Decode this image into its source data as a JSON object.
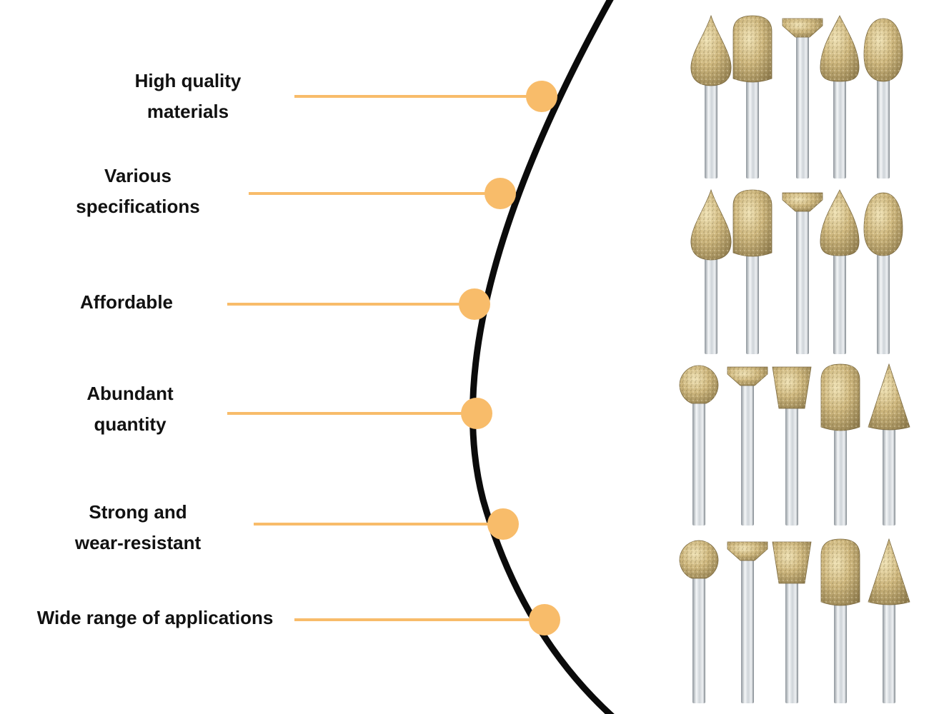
{
  "colors": {
    "accent": "#F8BC6A",
    "arc": "#0B0B0B",
    "text": "#111111",
    "abrasive": "#C9B47E",
    "shank": "#D9DDE1"
  },
  "features": [
    {
      "lines": [
        "High quality",
        "materials"
      ]
    },
    {
      "lines": [
        "Various",
        "specifications"
      ]
    },
    {
      "lines": [
        "Affordable"
      ]
    },
    {
      "lines": [
        "Abundant",
        "quantity"
      ]
    },
    {
      "lines": [
        "Strong and",
        "wear-resistant"
      ]
    },
    {
      "lines": [
        "Wide range of applications"
      ]
    }
  ],
  "product_image": {
    "rows": [
      [
        "teardrop",
        "cylinder",
        "inverted-cone",
        "flame",
        "egg"
      ],
      [
        "teardrop",
        "cylinder",
        "inverted-cone",
        "flame",
        "egg"
      ],
      [
        "ball",
        "inverted-cone",
        "taper",
        "cylinder",
        "cone"
      ],
      [
        "ball",
        "inverted-cone",
        "taper",
        "cylinder",
        "cone"
      ]
    ]
  }
}
